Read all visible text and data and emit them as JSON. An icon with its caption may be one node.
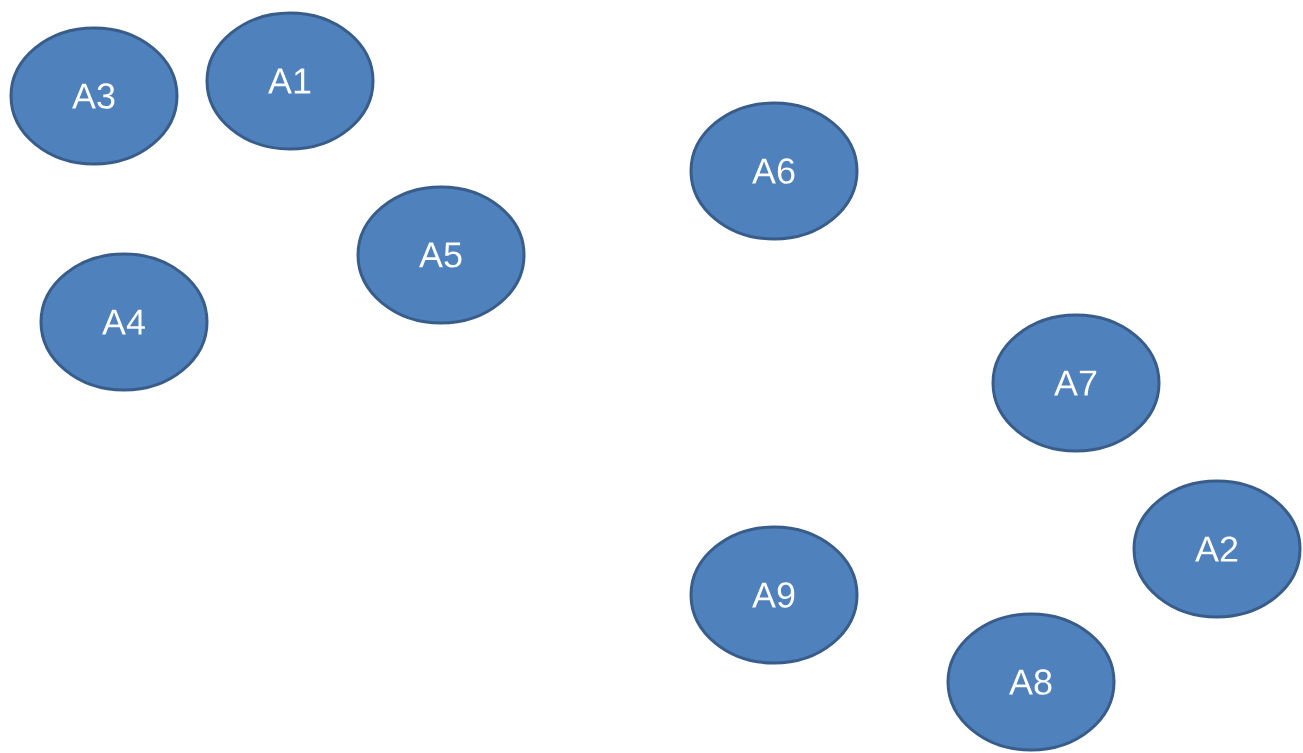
{
  "diagram": {
    "nodes": [
      {
        "text": [
          "A1"
        ]
      },
      {
        "text": [
          "A3"
        ]
      },
      {
        "text": [
          "A6"
        ]
      },
      {
        "text": [
          "A5"
        ]
      },
      {
        "text": [
          "A4"
        ]
      },
      {
        "text": [
          "A7"
        ]
      },
      {
        "text": [
          "A2"
        ]
      },
      {
        "text": [
          "A9"
        ]
      },
      {
        "text": [
          "A8"
        ]
      }
    ]
  }
}
